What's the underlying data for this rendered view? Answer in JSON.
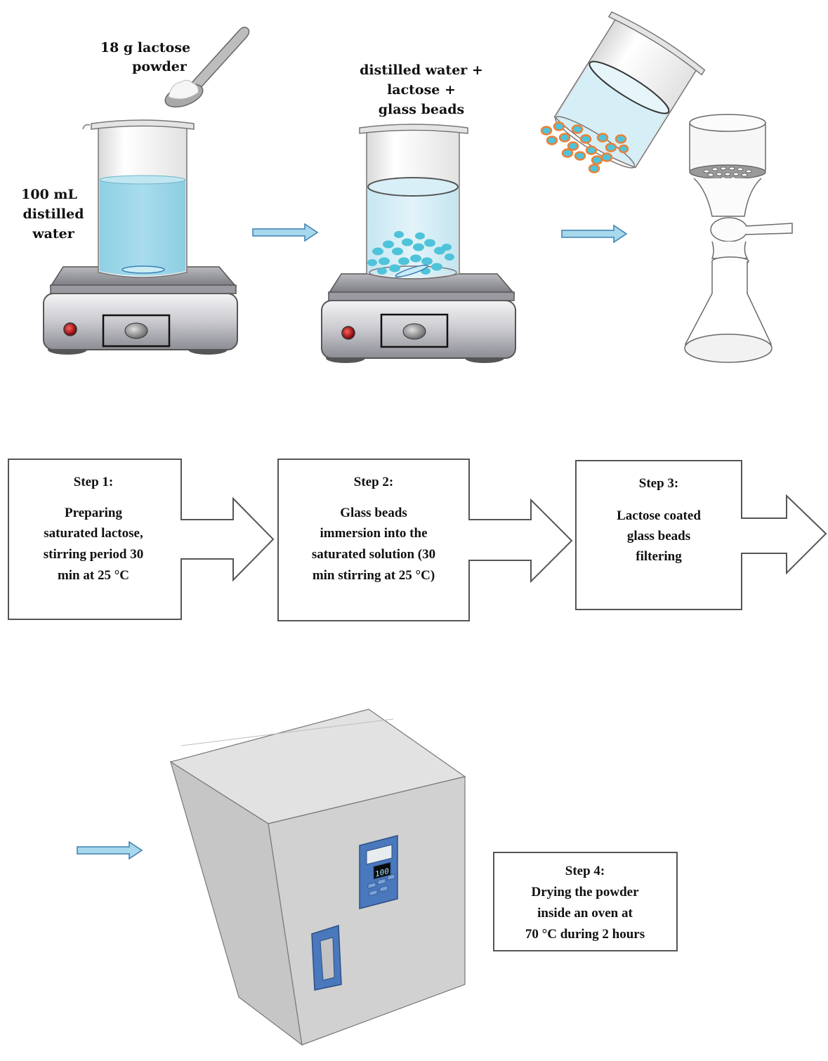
{
  "labels": {
    "lactose": [
      "18 g lactose",
      "powder"
    ],
    "water": [
      "100 mL",
      "distilled",
      "water"
    ],
    "mixture": [
      "distilled water +",
      "lactose +",
      "glass beads"
    ],
    "oven_display": "100"
  },
  "steps": [
    {
      "title": "Step 1:",
      "lines": [
        "Preparing",
        "saturated lactose,",
        "stirring period 30",
        "min at 25 °C"
      ]
    },
    {
      "title": "Step 2:",
      "lines": [
        "Glass beads",
        "immersion into the",
        "saturated solution (30",
        "min stirring at 25 °C)"
      ]
    },
    {
      "title": "Step 3:",
      "lines": [
        "Lactose coated",
        "glass beads",
        "filtering"
      ]
    },
    {
      "title": "Step 4:",
      "lines": [
        "Drying the powder",
        "inside an oven at",
        "70 °C  during 2 hours"
      ]
    }
  ],
  "colors": {
    "water": "#9dd6e8",
    "bead": "#4fc3d9",
    "bead_coat": "#e8823a",
    "arrow_fill": "#a8d8ec",
    "arrow_stroke": "#3a7fb0",
    "oven": "#cfcfcf",
    "panel": "#4a78bd"
  }
}
